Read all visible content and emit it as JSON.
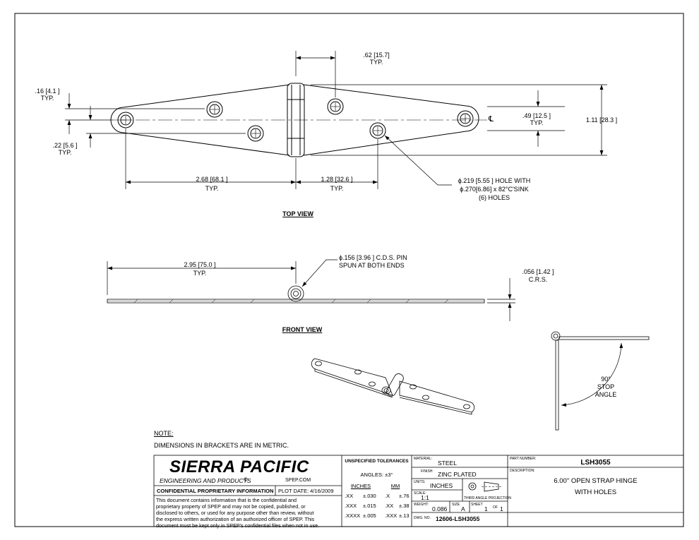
{
  "dimensions": {
    "d1": ".62 [15.7]",
    "d1_typ": "TYP.",
    "d2": ".16 [4.1 ]",
    "d2_typ": "TYP.",
    "d3": ".22 [5.6 ]",
    "d3_typ": "TYP.",
    "d4": ".49 [12.5 ]",
    "d4_typ": "TYP.",
    "d5": "1.11 [28.3 ]",
    "d6": "2.68 [68.1 ]",
    "d6_typ": "TYP.",
    "d7": "1.28 [32.6 ]",
    "d7_typ": "TYP.",
    "hole_1": "ϕ.219 [5.55 ] HOLE WITH",
    "hole_2": "ϕ.270[6.86] x 82°C'SINK",
    "hole_3": "(6) HOLES",
    "centerline": "℄",
    "d8": "2.95 [75.0 ]",
    "d8_typ": "TYP.",
    "pin_1": "ϕ.156 [3.96 ] C.D.S. PIN",
    "pin_2": "SPUN AT BOTH ENDS",
    "d9": ".056 [1.42 ]",
    "d9_sub": "C.R.S.",
    "angle_1": "90°",
    "angle_2": "STOP",
    "angle_3": "ANGLE"
  },
  "views": {
    "top": "TOP VIEW",
    "front": "FRONT VIEW"
  },
  "note": {
    "title": "NOTE:",
    "text": "DIMENSIONS IN BRACKETS ARE IN METRIC."
  },
  "title_block": {
    "company": "SIERRA PACIFIC",
    "company_sub": "ENGINEERING AND PRODUCTS",
    "copyright": "©",
    "website": "SPEP.COM",
    "confidential": "CONFIDENTIAL PROPRIETARY INFORMATION",
    "plot_date": "PLOT DATE: 4/16/2009",
    "disclaimer": [
      "This document contains information that is the confidential and",
      "proprietary property of SPEP and may not be copied, published, or",
      "disclosed to others, or used for any purpose  other than review, without",
      "the express written authorization of an authorized officer of SPEP. This",
      "document must be kept only in SPEP's confidential files when not in use."
    ],
    "tolerances_title": "UNSPECIFIED TOLERANCES",
    "angles": "ANGLES: ±3°",
    "inches_h": "INCHES",
    "mm_h": "MM",
    "tol": [
      {
        "in_k": ".XX",
        "in_v": "±.030",
        "mm_k": ".X",
        "mm_v": "±.76"
      },
      {
        "in_k": ".XXX",
        "in_v": "±.015",
        "mm_k": ".XX",
        "mm_v": "±.38"
      },
      {
        "in_k": ".XXXX",
        "in_v": "±.005",
        "mm_k": ".XXX",
        "mm_v": "±.13"
      }
    ],
    "material_k": "MATERIAL:",
    "material_v": "STEEL",
    "finish_k": "FINISH:",
    "finish_v": "ZINC PLATED",
    "units_k": "UNITS:",
    "units_v": "INCHES",
    "scale_k": "SCALE:",
    "scale_v": "1:1",
    "projection": "THIRD ANGLE PROJECTION",
    "weight_k": "WEIGHT:",
    "weight_v": "0.086",
    "size_k": "SIZE",
    "size_v": "A",
    "sheet_k": "SHEET",
    "sheet_v": "1",
    "of_k": "OF",
    "of_v": "1",
    "dwg_k": "DWG. NO.",
    "dwg_v": "12606-LSH3055",
    "part_k": "PART NUMBER:",
    "part_v": "LSH3055",
    "desc_k": "DESCRIPTION:",
    "desc_1": "6.00\" OPEN STRAP HINGE",
    "desc_2": "WITH HOLES"
  }
}
